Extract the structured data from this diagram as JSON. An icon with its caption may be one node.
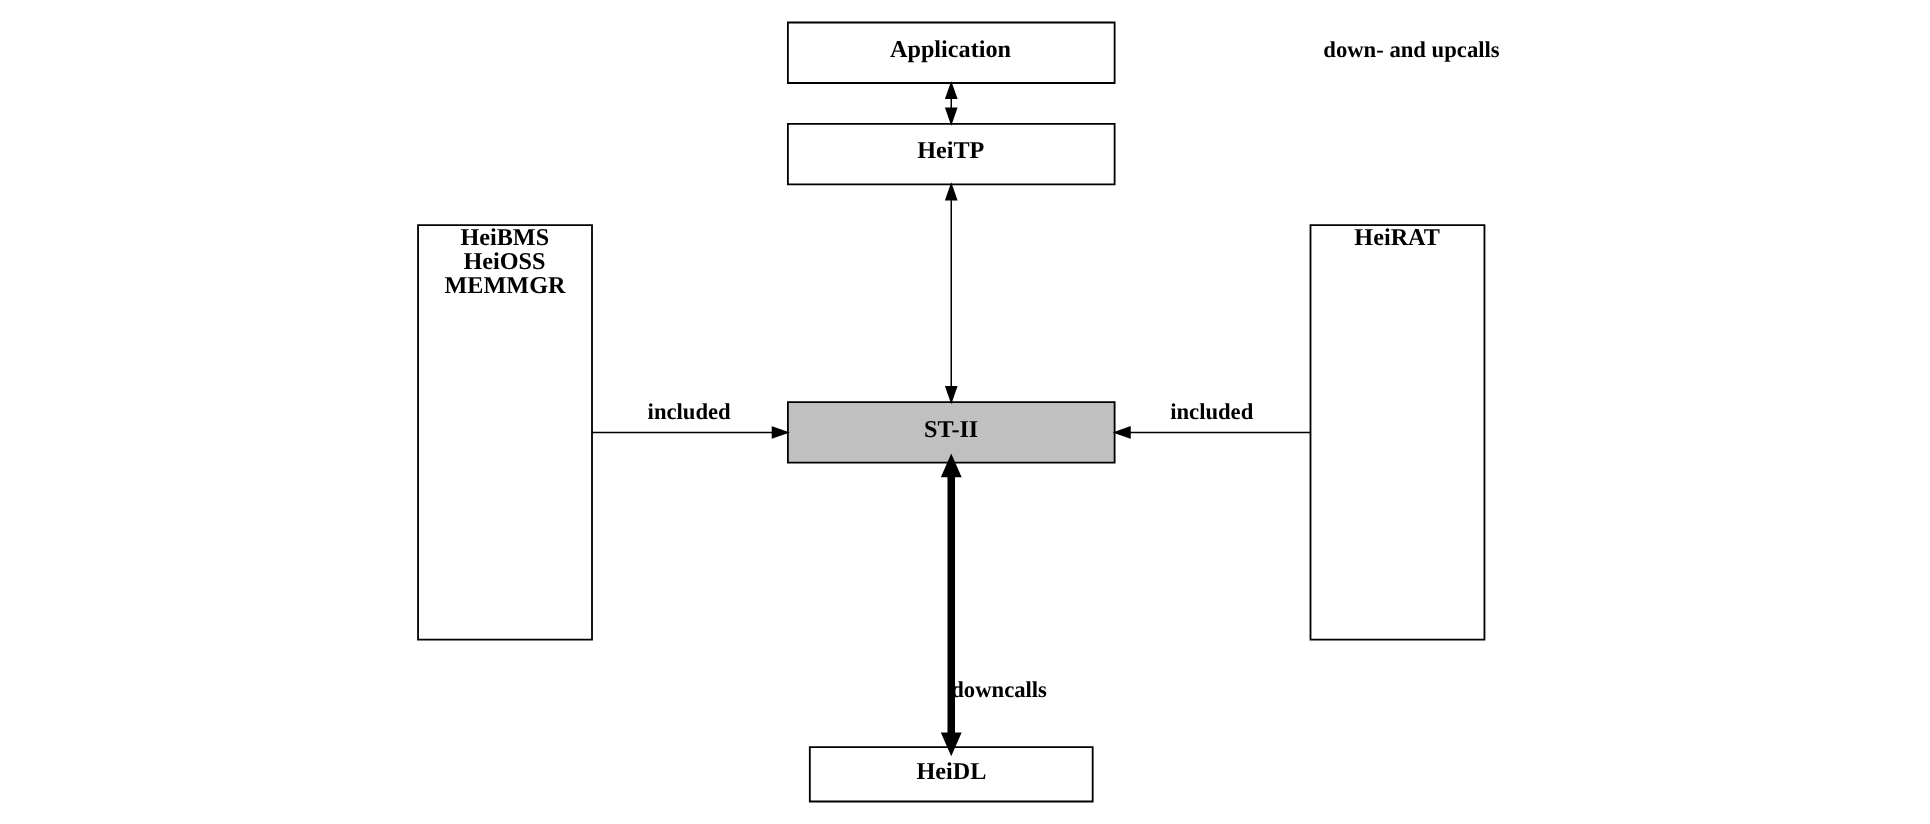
{
  "diagram": {
    "nodes": [
      {
        "text": [
          "HeiBMS",
          "HeiOSS",
          "MEMMGR"
        ]
      },
      {
        "text": [
          "Application"
        ]
      },
      {
        "text": [
          "HeiTP"
        ]
      },
      {
        "text": [
          "ST-II"
        ]
      },
      {
        "text": [
          "HeiDL"
        ]
      },
      {
        "text": [
          "HeiRAT"
        ]
      }
    ],
    "edges": [
      {
        "from": 0,
        "to": 3,
        "arrow": "to",
        "label": "included"
      },
      {
        "from": 5,
        "to": 3,
        "arrow": "to",
        "label": "included"
      },
      {
        "from": 3,
        "to": 4,
        "arrow": "both",
        "label": "downcalls",
        "style": "thick"
      },
      {
        "from": 1,
        "to": 2,
        "arrow": "both"
      },
      {
        "from": 2,
        "to": 3,
        "arrow": "both"
      }
    ],
    "labels": [
      "down- and upcalls"
    ]
  }
}
